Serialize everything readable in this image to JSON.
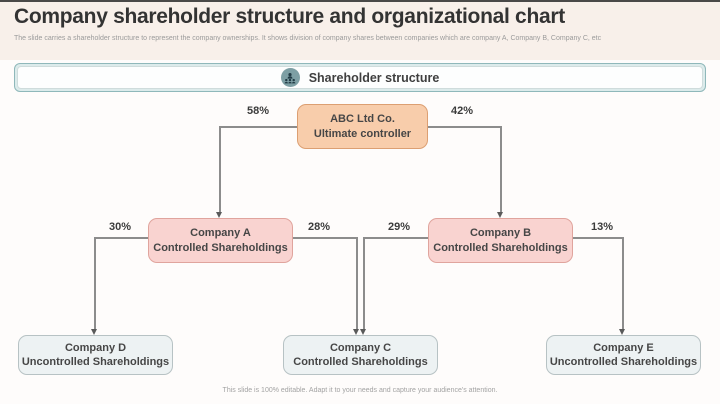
{
  "slide": {
    "title": "Company shareholder structure and organizational chart",
    "subtitle": "The slide carries a shareholder structure to represent the company ownerships. It shows division of company shares between companies which are company A, Company B, Company C, etc",
    "footer": "This slide is 100% editable. Adapt it to your needs and capture your audience's attention."
  },
  "banner": {
    "label": "Shareholder structure",
    "icon": "people-group-icon"
  },
  "chart": {
    "root": {
      "line1": "ABC Ltd Co.",
      "line2": "Ultimate controller"
    },
    "level2": [
      {
        "line1": "Company A",
        "line2": "Controlled Shareholdings"
      },
      {
        "line1": "Company B",
        "line2": "Controlled Shareholdings"
      }
    ],
    "level3": [
      {
        "line1": "Company D",
        "line2": "Uncontrolled Shareholdings"
      },
      {
        "line1": "Company C",
        "line2": "Controlled Shareholdings"
      },
      {
        "line1": "Company E",
        "line2": "Uncontrolled Shareholdings"
      }
    ],
    "percentages": {
      "root_to_a": "58%",
      "root_to_b": "42%",
      "a_to_d": "30%",
      "a_to_c": "28%",
      "b_to_c": "29%",
      "b_to_e": "13%"
    },
    "colors": {
      "root_fill": "#F8CDAB",
      "root_border": "#DC9F72",
      "level2_fill": "#F9D3D0",
      "level2_border": "#E0A49D",
      "level3_fill": "#EDF2F3",
      "level3_border": "#B7C2C4",
      "connector": "#8C8C8C",
      "banner_fill": "#DCEBEB",
      "banner_border": "#8FB8BA",
      "icon_circle": "#7D9FA4",
      "text_dark": "#3F3F3F"
    }
  }
}
